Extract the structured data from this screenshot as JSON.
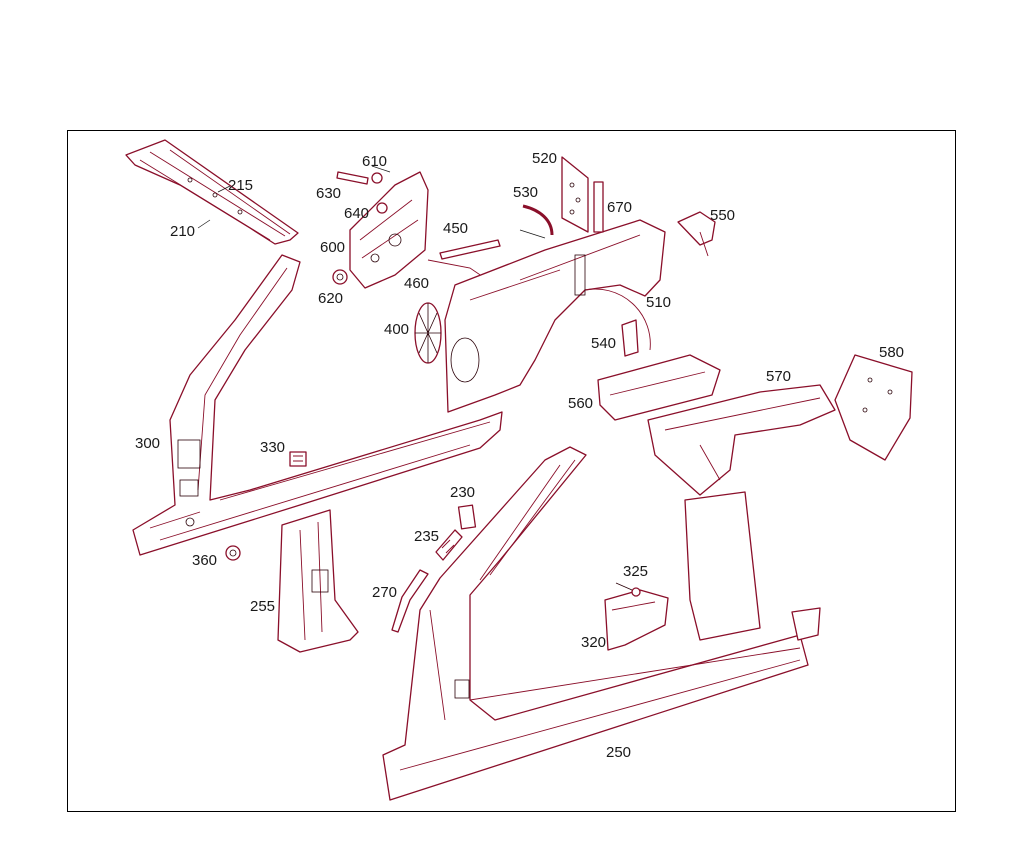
{
  "colors": {
    "part_stroke": "#8a0f2a",
    "text": "#1a1a1a",
    "frame": "#000000"
  },
  "callouts": [
    {
      "id": "210",
      "label": "210"
    },
    {
      "id": "215",
      "label": "215"
    },
    {
      "id": "230",
      "label": "230"
    },
    {
      "id": "235",
      "label": "235"
    },
    {
      "id": "250",
      "label": "250"
    },
    {
      "id": "255",
      "label": "255"
    },
    {
      "id": "270",
      "label": "270"
    },
    {
      "id": "300",
      "label": "300"
    },
    {
      "id": "320",
      "label": "320"
    },
    {
      "id": "325",
      "label": "325"
    },
    {
      "id": "330",
      "label": "330"
    },
    {
      "id": "360",
      "label": "360"
    },
    {
      "id": "400",
      "label": "400"
    },
    {
      "id": "450",
      "label": "450"
    },
    {
      "id": "460",
      "label": "460"
    },
    {
      "id": "510",
      "label": "510"
    },
    {
      "id": "520",
      "label": "520"
    },
    {
      "id": "530",
      "label": "530"
    },
    {
      "id": "540",
      "label": "540"
    },
    {
      "id": "550",
      "label": "550"
    },
    {
      "id": "560",
      "label": "560"
    },
    {
      "id": "570",
      "label": "570"
    },
    {
      "id": "580",
      "label": "580"
    },
    {
      "id": "600",
      "label": "600"
    },
    {
      "id": "610",
      "label": "610"
    },
    {
      "id": "620",
      "label": "620"
    },
    {
      "id": "630",
      "label": "630"
    },
    {
      "id": "640",
      "label": "640"
    },
    {
      "id": "670",
      "label": "670"
    }
  ]
}
